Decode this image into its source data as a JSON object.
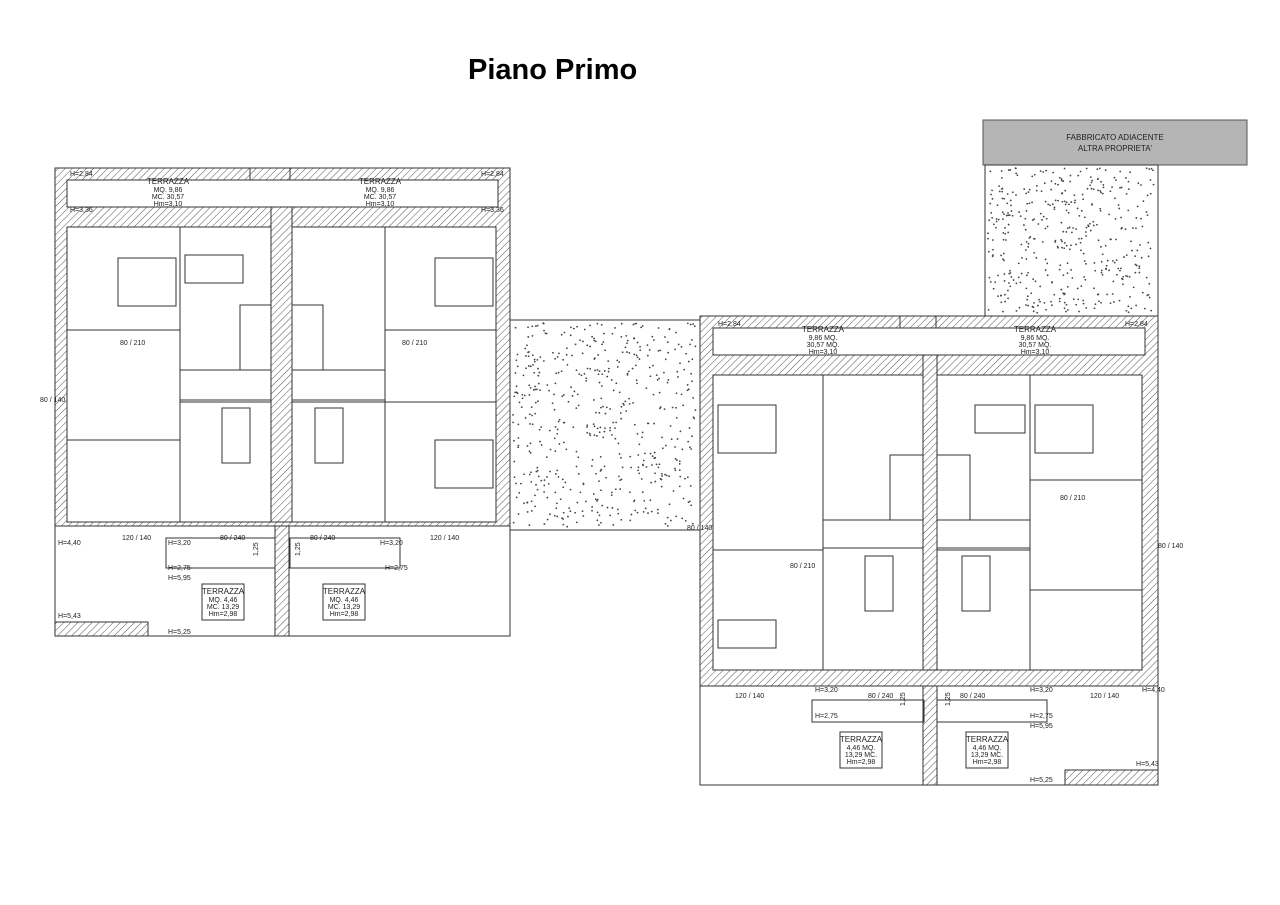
{
  "title": "Piano Primo",
  "adjacent_building": {
    "line1": "FABBRICATO ADIACENTE",
    "line2": "ALTRA PROPRIETA'"
  },
  "upper_terraces": [
    {
      "label": "TERRAZZA",
      "mq": "MQ.   9,86",
      "mc": "MC.  30,57",
      "hm": "Hm=3,10"
    },
    {
      "label": "TERRAZZA",
      "mq": "MQ.   9,86",
      "mc": "MC.  30,57",
      "hm": "Hm=3,10"
    },
    {
      "label": "TERRAZZA",
      "mq": "9,86   MQ.",
      "mc": "30,57   MQ.",
      "hm": "Hm=3,10"
    },
    {
      "label": "TERRAZZA",
      "mq": "9,86   MQ.",
      "mc": "30,57   MQ.",
      "hm": "Hm=3,10"
    }
  ],
  "lower_terraces": [
    {
      "label": "TERRAZZA",
      "mq": "MQ.   4,46",
      "mc": "MC.  13,29",
      "hm": "Hm=2,98"
    },
    {
      "label": "TERRAZZA",
      "mq": "MQ.   4,46",
      "mc": "MC.  13,29",
      "hm": "Hm=2,98"
    },
    {
      "label": "TERRAZZA",
      "mq": "4,46   MQ.",
      "mc": "13,29   MC.",
      "hm": "Hm=2,98"
    },
    {
      "label": "TERRAZZA",
      "mq": "4,46   MQ.",
      "mc": "13,29   MC.",
      "hm": "Hm=2,98"
    }
  ],
  "heights": {
    "h284": "H=2,84",
    "h336": "H=3,36",
    "h440": "H=4,40",
    "h320": "H=3,20",
    "h275": "H=2,75",
    "h595": "H=5,95",
    "h543": "H=5,43",
    "h525": "H=5,25",
    "h336b": "H=3,36",
    "h125": "1,25"
  },
  "openings": {
    "window": "120 / 140",
    "door": "80 / 240",
    "interior": "80 / 210",
    "side": "80 / 140"
  }
}
